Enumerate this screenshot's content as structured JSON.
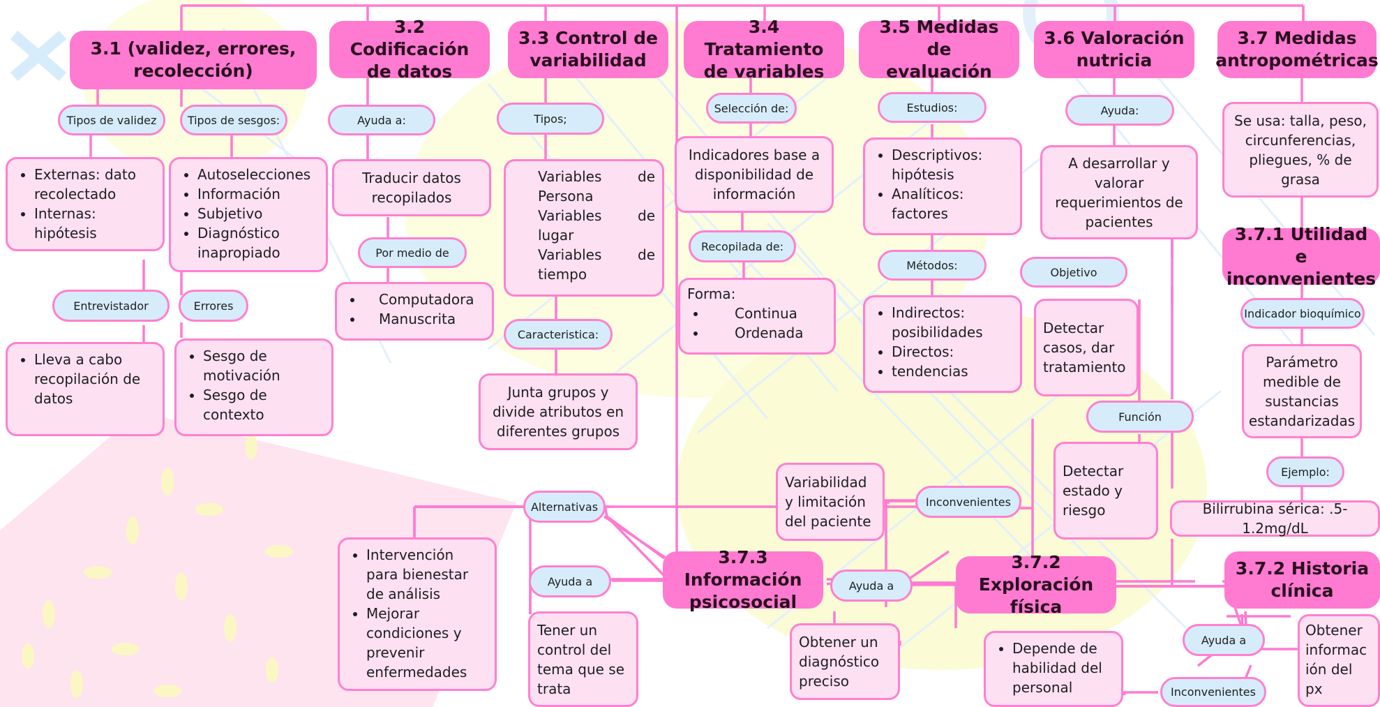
{
  "colors": {
    "header": "#ff7ad1",
    "box_fill": "#fde0f2",
    "border": "#ff80cf",
    "pill_fill": "#d6ecfa",
    "line": "#ff7ad1"
  },
  "headers": {
    "h31": {
      "line1": "3.1 (validez, errores,",
      "line2": "recolección)"
    },
    "h32": {
      "line1": "3.2 Codificación",
      "line2": "de datos"
    },
    "h33": {
      "line1": "3.3 Control de",
      "line2": "variabilidad"
    },
    "h34": {
      "line1": "3.4 Tratamiento",
      "line2": "de variables"
    },
    "h35": {
      "line1": "3.5 Medidas de",
      "line2": "evaluación"
    },
    "h36": {
      "line1": "3.6 Valoración",
      "line2": "nutricia"
    },
    "h37": {
      "line1": "3.7 Medidas",
      "line2": "antropométricas"
    },
    "h371": {
      "line1": "3.7.1 Utilidad e",
      "line2": "inconvenientes"
    },
    "h373": {
      "line1": "3.7.3 Información",
      "line2": "psicosocial"
    },
    "h372": {
      "line1": "3.7.2 Exploración",
      "line2": "física"
    },
    "h372b": {
      "line1": "3.7.2 Historia",
      "line2": "clínica"
    }
  },
  "pills": {
    "tipos_validez": "Tipos de validez",
    "tipos_sesgos": "Tipos de sesgos:",
    "entrevistador": "Entrevistador",
    "errores": "Errores",
    "ayuda_a_32": "Ayuda a:",
    "por_medio": "Por medio de",
    "tipos_33": "Tipos;",
    "caracteristica": "Caracteristica:",
    "seleccion": "Selección de:",
    "recopilada": "Recopilada de:",
    "estudios": "Estudios:",
    "metodos": "Métodos:",
    "ayuda_36": "Ayuda:",
    "objetivo": "Objetivo",
    "funcion": "Función",
    "indicador": "Indicador bioquímico",
    "ejemplo": "Ejemplo:",
    "alternativas": "Alternativas",
    "ayuda_373": "Ayuda a",
    "ayuda_372": "Ayuda a",
    "inconvenientes_372": "Inconvenientes",
    "ayuda_hc": "Ayuda a",
    "inconvenientes_hc": "Inconvenientes"
  },
  "boxes": {
    "validez_list": [
      "Externas: dato recolectado",
      "Internas: hipótesis"
    ],
    "sesgos_list": [
      "Autoselecciones",
      "Información",
      "Subjetivo",
      "Diagnóstico inapropiado"
    ],
    "entrevistador_list": [
      "Lleva a cabo recopilación de datos"
    ],
    "errores_list": [
      "Sesgo de motivación",
      "Sesgo de contexto"
    ],
    "traducir": "Traducir datos recopilados",
    "medio_list": [
      "Computadora",
      "Manuscrita"
    ],
    "variables_list": [
      [
        "Variables",
        "de",
        "Persona"
      ],
      [
        "Variables",
        "de",
        "lugar"
      ],
      [
        "Variables",
        "de",
        "tiempo"
      ]
    ],
    "junta": "Junta grupos y divide atributos en diferentes grupos",
    "indicadores": "Indicadores base a disponibilidad de información",
    "forma_label": "Forma:",
    "forma_list": [
      "Continua",
      "Ordenada"
    ],
    "estudios_list": [
      "Descriptivos: hipótesis",
      "Analíticos: factores"
    ],
    "metodos_list": [
      "Indirectos: posibilidades",
      "Directos:",
      "tendencias"
    ],
    "desarrollar": "A desarrollar y valorar requerimientos de pacientes",
    "detectar_casos": "Detectar casos, dar tratamiento",
    "detectar_estado": "Detectar estado y riesgo",
    "se_usa": "Se usa: talla, peso, circunferencias, pliegues, % de grasa",
    "parametro": "Parámetro medible de sustancias estandarizadas",
    "bilirrubina": "Bilirrubina sérica: .5-1.2mg/dL",
    "alternativas_list": [
      "Intervención para bienestar de análisis",
      "Mejorar condiciones y prevenir enfermedades"
    ],
    "tener_control": "Tener un control del tema que se trata",
    "variabilidad": "Variabilidad y limitación del paciente",
    "obtener_diag": "Obtener un diagnóstico preciso",
    "depende_list": [
      "Depende de habilidad del personal"
    ],
    "obtener_info": "Obtener informac ión del px"
  }
}
